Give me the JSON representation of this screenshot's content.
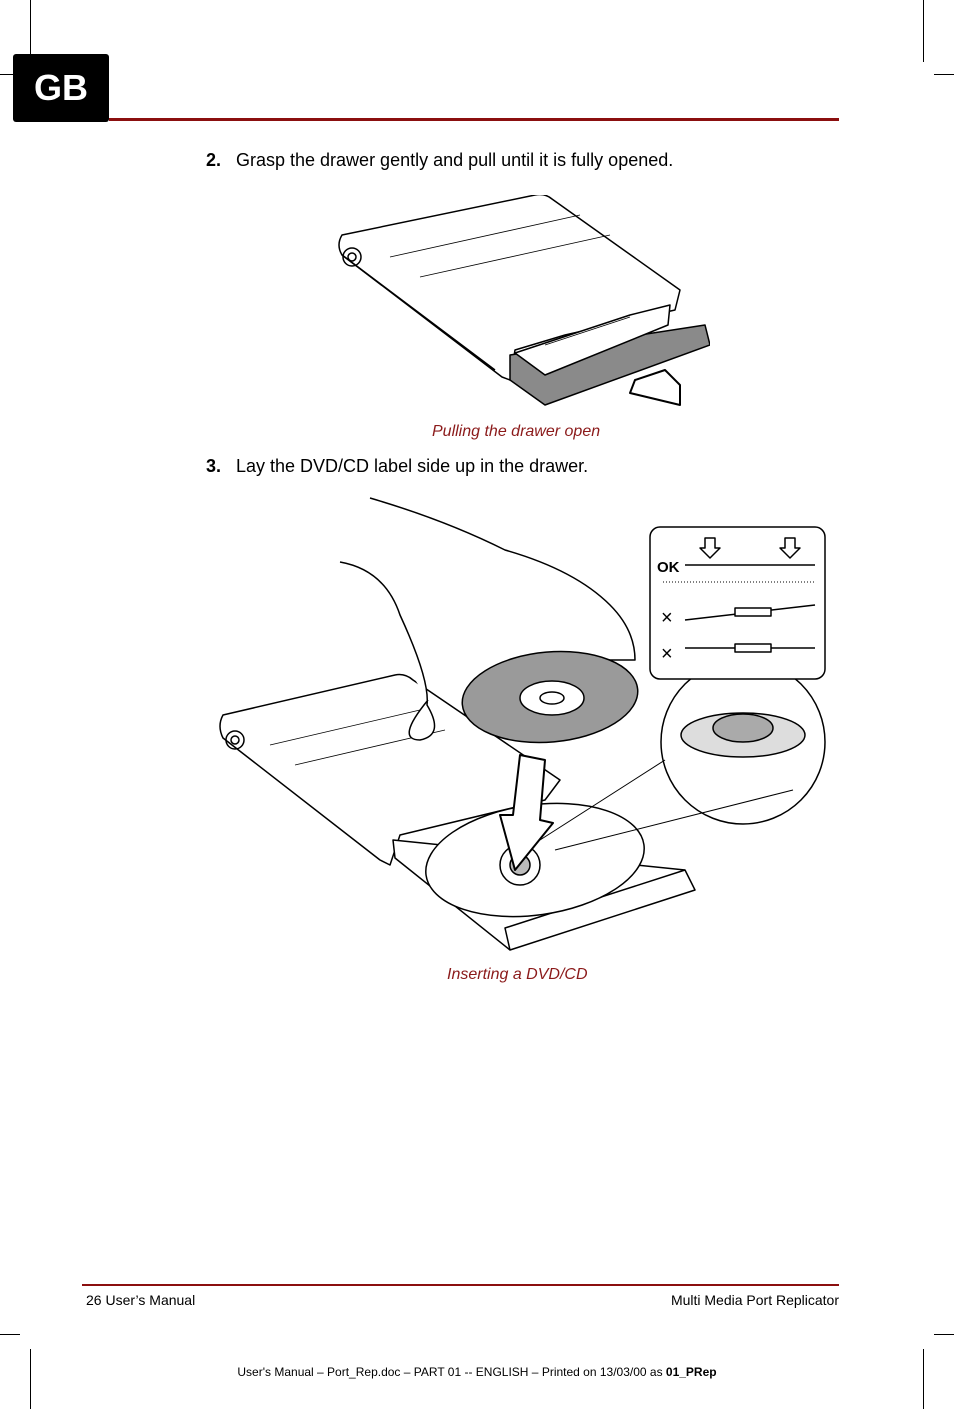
{
  "tab": {
    "label": "GB"
  },
  "steps": [
    {
      "number": "2.",
      "text": "Grasp the drawer gently and pull until it is fully opened."
    },
    {
      "number": "3.",
      "text": "Lay the DVD/CD label side up in the drawer."
    }
  ],
  "figures": [
    {
      "caption": "Pulling the drawer open"
    },
    {
      "caption": "Inserting a DVD/CD",
      "inset_ok": "OK",
      "inset_bad": "×"
    }
  ],
  "footer": {
    "left": "26  User’s Manual",
    "right": "Multi Media Port Replicator",
    "print_line": "User's Manual  – Port_Rep.doc – PART 01 -- ENGLISH – Printed on 13/03/00 as ",
    "print_code": "01_PRep"
  },
  "colors": {
    "accent": "#8b0f0f",
    "caption": "#8b1a1a"
  }
}
